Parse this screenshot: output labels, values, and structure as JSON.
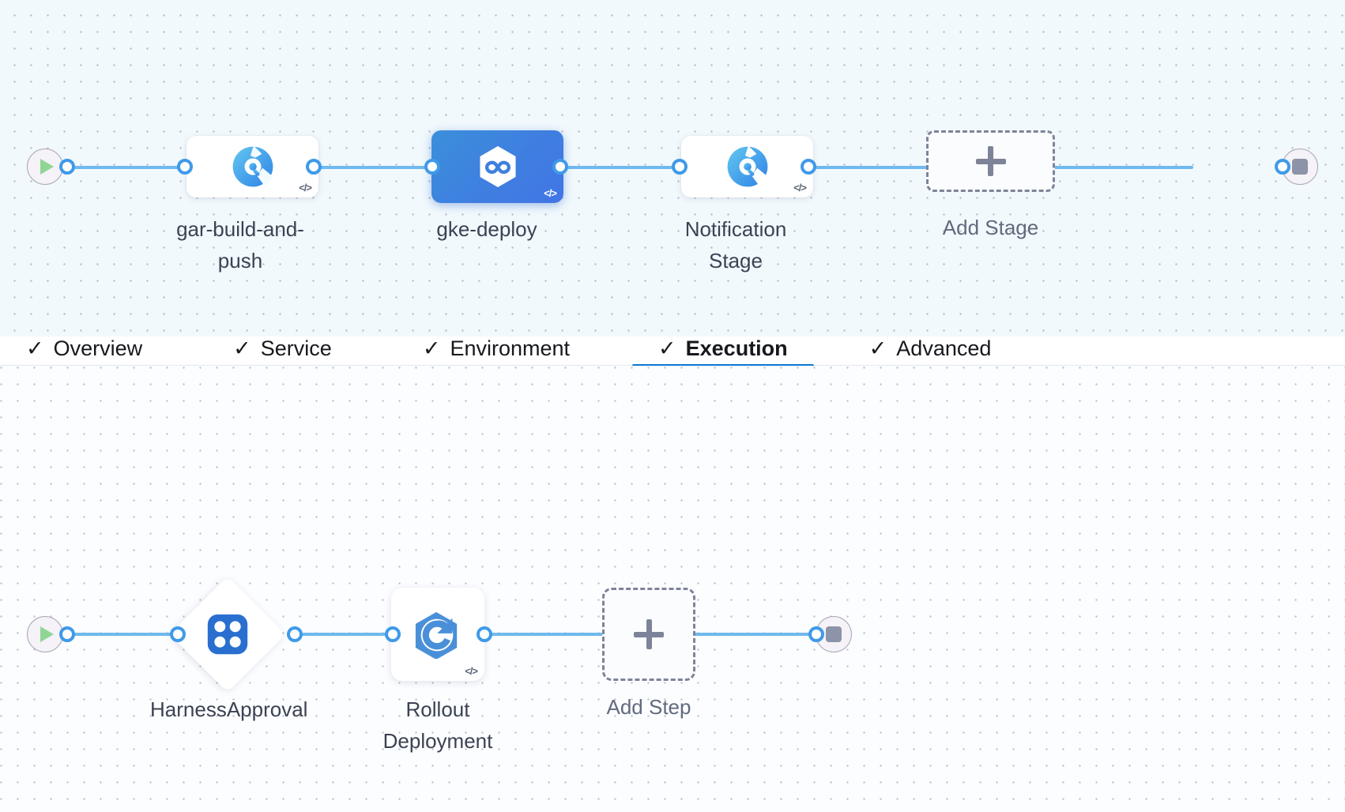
{
  "theme": {
    "accent_blue": "#0b78d0",
    "link_blue": "#6eb9ef",
    "port_blue": "#3f9ae8",
    "selected_stage_blue": "#3f7fe0",
    "canvas_top_bg": "#f2f9fd",
    "canvas_bottom_bg": "#fcfdff",
    "dashed_gray": "#7d8499",
    "play_green": "#8fd694",
    "stop_gray": "#8d93a8"
  },
  "pipeline_canvas": {
    "name": "stage-graph",
    "start_node": {
      "icon": "play-icon",
      "label": ""
    },
    "end_node": {
      "icon": "stop-icon",
      "label": ""
    },
    "stages": [
      {
        "id": "gar-build-and-push",
        "label": "gar-build-and-push",
        "icon": "harness-ci-build-icon",
        "selected": false,
        "has_code_badge": true,
        "code_badge": "</>"
      },
      {
        "id": "gke-deploy",
        "label": "gke-deploy",
        "icon": "harness-cd-deploy-icon",
        "selected": true,
        "has_code_badge": true,
        "code_badge": "</>"
      },
      {
        "id": "notification-stage",
        "label": "Notification Stage",
        "icon": "harness-ci-build-icon",
        "selected": false,
        "has_code_badge": true,
        "code_badge": "</>"
      }
    ],
    "add_stage": {
      "label": "Add Stage",
      "icon": "plus-icon"
    }
  },
  "stage_tabs": {
    "name": "stage-config-tabs",
    "items": [
      {
        "id": "overview",
        "label": "Overview",
        "check": "✓",
        "active": false,
        "completed": true
      },
      {
        "id": "service",
        "label": "Service",
        "check": "✓",
        "active": false,
        "completed": true
      },
      {
        "id": "environment",
        "label": "Environment",
        "check": "✓",
        "active": false,
        "completed": true
      },
      {
        "id": "execution",
        "label": "Execution",
        "check": "✓",
        "active": true,
        "completed": true
      },
      {
        "id": "advanced",
        "label": "Advanced",
        "check": "✓",
        "active": false,
        "completed": true
      }
    ]
  },
  "execution_canvas": {
    "name": "execution-step-graph",
    "start_node": {
      "icon": "play-icon"
    },
    "end_node": {
      "icon": "stop-icon"
    },
    "steps": [
      {
        "id": "harness-approval",
        "label": "HarnessApproval",
        "icon": "harness-approval-icon",
        "shape": "diamond",
        "has_code_badge": false
      },
      {
        "id": "rollout-deployment",
        "label": "Rollout Deployment",
        "icon": "kubernetes-rollout-icon",
        "shape": "square",
        "has_code_badge": true,
        "code_badge": "</>"
      }
    ],
    "add_step": {
      "label": "Add Step",
      "icon": "plus-icon"
    }
  }
}
